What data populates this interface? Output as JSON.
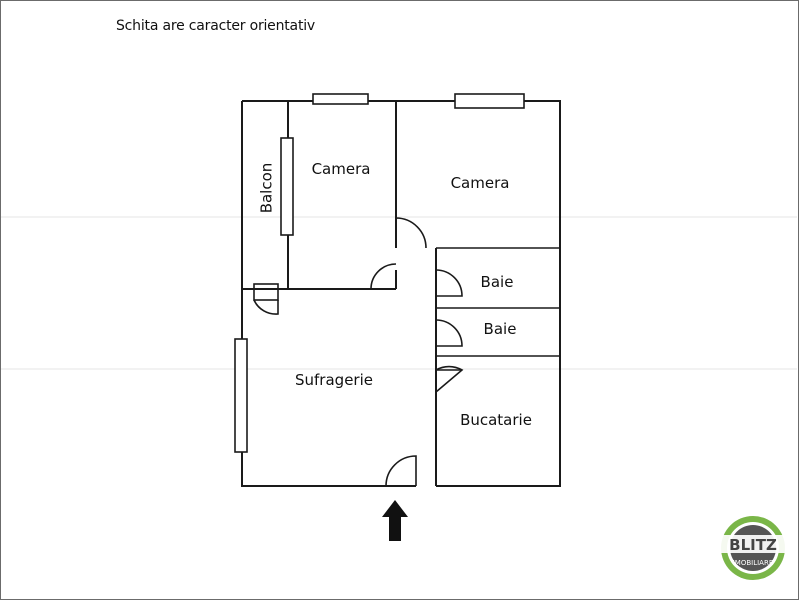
{
  "caption": "Schita are caracter orientativ",
  "rooms": {
    "balcon": "Balcon",
    "camera_left": "Camera",
    "camera_right": "Camera",
    "baie_top": "Baie",
    "baie_bottom": "Baie",
    "sufragerie": "Sufragerie",
    "bucatarie": "Bucatarie"
  },
  "logo": {
    "line1": "BLITZ",
    "line2": "IMOBILIARE"
  },
  "colors": {
    "wall": "#1a1a1a",
    "logo_ring": "#7ab648",
    "logo_dark": "#444444"
  }
}
